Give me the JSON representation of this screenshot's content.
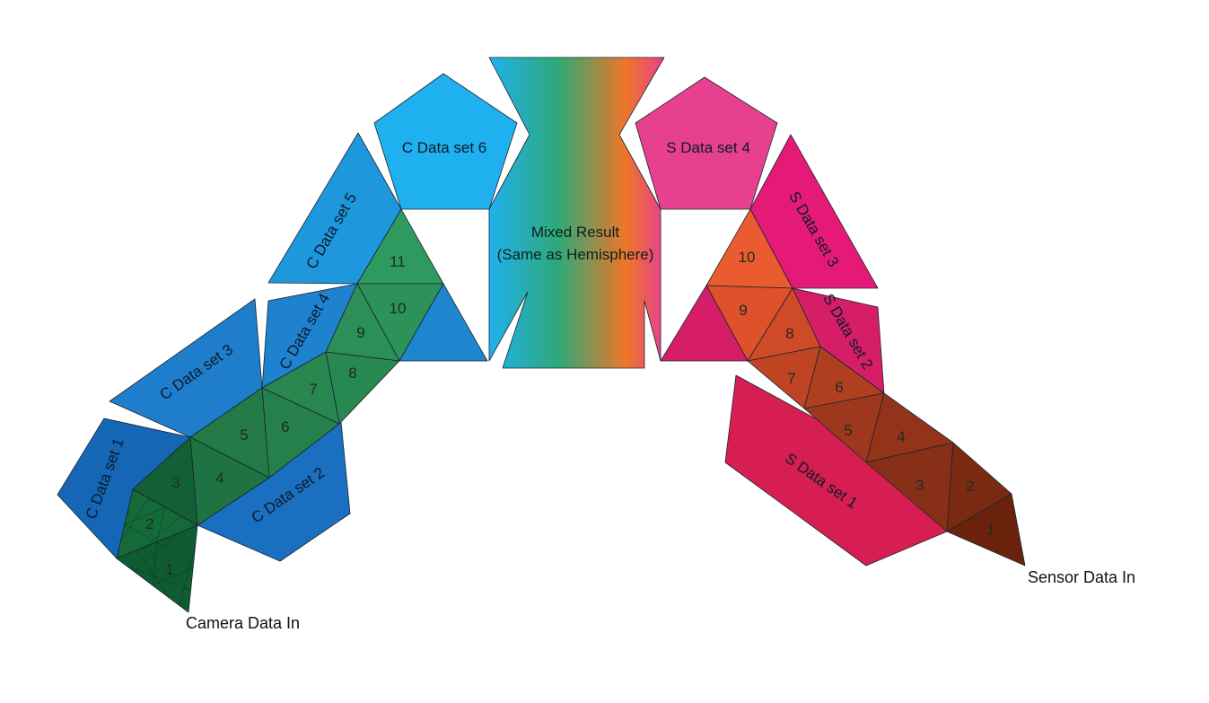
{
  "colors": {
    "camera_blue": "#1e8fd8",
    "camera_deep_blue": "#1567b6",
    "camera_green": "#2f9a60",
    "camera_dark_green": "#0f5c33",
    "sensor_pink": "#e6408f",
    "sensor_magenta": "#d61e68",
    "sensor_orange": "#ea5b2f",
    "sensor_brown": "#7a2a10",
    "outline": "#1b2430"
  },
  "mixed": {
    "title": "Mixed Result",
    "subtitle": "(Same as Hemisphere)",
    "gradient": [
      "#1fb1ef",
      "#2fa876",
      "#ef7628",
      "#e6408f"
    ]
  },
  "camera": {
    "sets": [
      "C Data set 1",
      "C Data set 2",
      "C Data set 3",
      "C Data set 4",
      "C Data set 5",
      "C Data set 6"
    ],
    "triangles": [
      "1",
      "2",
      "3",
      "4",
      "5",
      "6",
      "7",
      "8",
      "9",
      "10",
      "11"
    ],
    "input_label": "Camera Data In"
  },
  "sensor": {
    "sets": [
      "S Data set 1",
      "S Data set 2",
      "S Data set 3",
      "S Data set 4"
    ],
    "triangles": [
      "1",
      "2",
      "3",
      "4",
      "5",
      "6",
      "7",
      "8",
      "9",
      "10"
    ],
    "input_label": "Sensor Data In"
  }
}
